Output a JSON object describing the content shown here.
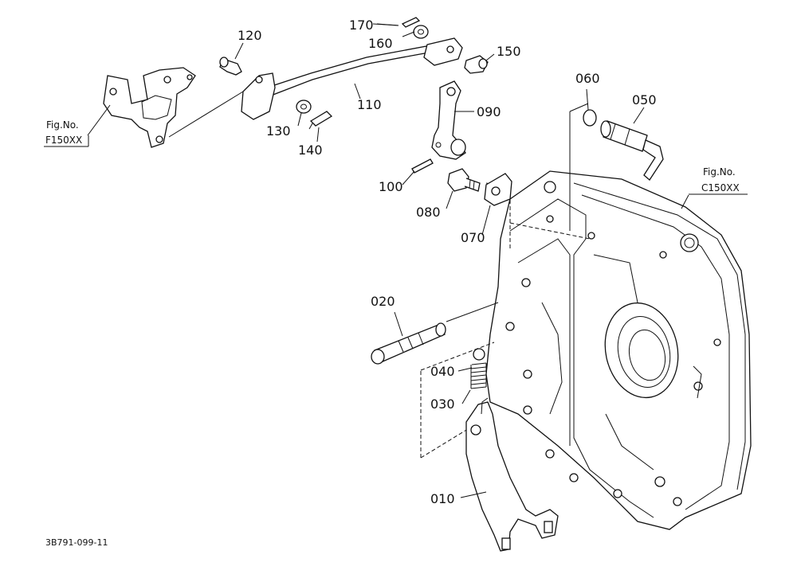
{
  "parts": {
    "p010": "010",
    "p020": "020",
    "p030": "030",
    "p040": "040",
    "p050": "050",
    "p060": "060",
    "p070": "070",
    "p080": "080",
    "p090": "090",
    "p100": "100",
    "p110": "110",
    "p120": "120",
    "p130": "130",
    "p140": "140",
    "p150": "150",
    "p160": "160",
    "p170": "170"
  },
  "fig_refs": {
    "left": {
      "label": "Fig.No.",
      "code": "F150XX"
    },
    "right": {
      "label": "Fig.No.",
      "code": "C150XX"
    }
  },
  "diagram_code": "3B791-099-11"
}
